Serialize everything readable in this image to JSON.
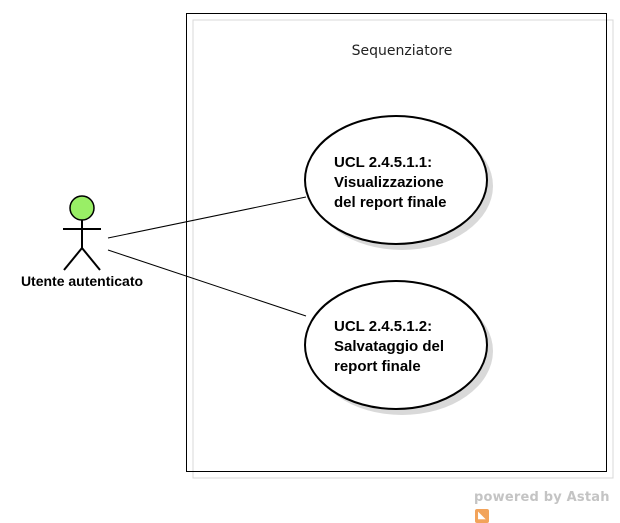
{
  "system": {
    "title": "Sequenziatore"
  },
  "actor": {
    "name": "Utente autenticato",
    "head_color": "#99ee66"
  },
  "use_cases": [
    {
      "lines": [
        "UCL 2.4.5.1.1:",
        "Visualizzazione",
        "del report finale"
      ]
    },
    {
      "lines": [
        "UCL 2.4.5.1.2:",
        "Salvataggio del",
        "report finale"
      ]
    }
  ],
  "footer": {
    "powered_by": "powered by Astah"
  }
}
